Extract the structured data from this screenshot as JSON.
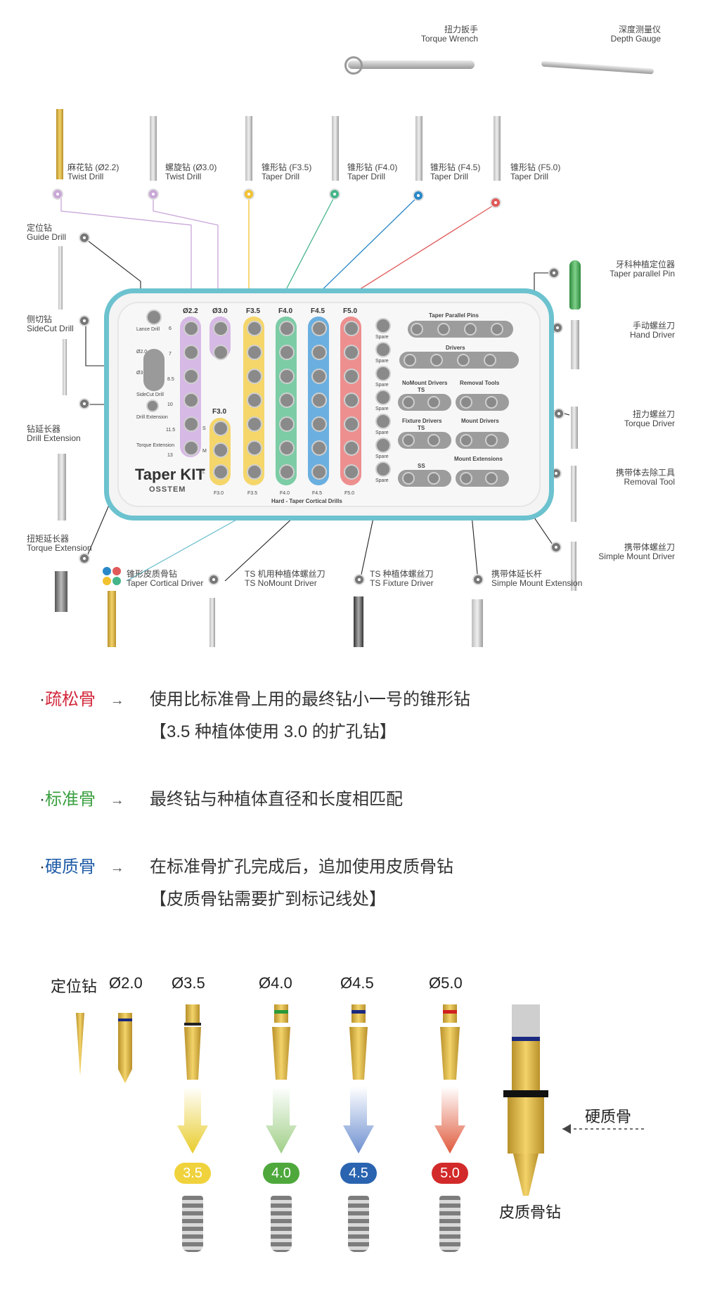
{
  "top_tools": {
    "torque_wrench": {
      "cn": "扭力扳手",
      "en": "Torque Wrench"
    },
    "depth_gauge": {
      "cn": "深度测量仪",
      "en": "Depth Gauge"
    }
  },
  "drills_top": [
    {
      "cn": "麻花钻 (Ø2.2)",
      "en": "Twist Drill",
      "color": "#c9a6d9"
    },
    {
      "cn": "螺旋钻 (Ø3.0)",
      "en": "Twist Drill",
      "color": "#c9a6d9"
    },
    {
      "cn": "锥形钻 (F3.5)",
      "en": "Taper Drill",
      "color": "#f2c230"
    },
    {
      "cn": "锥形钻 (F4.0)",
      "en": "Taper Drill",
      "color": "#46b58a"
    },
    {
      "cn": "锥形钻 (F4.5)",
      "en": "Taper Drill",
      "color": "#2a88c8"
    },
    {
      "cn": "锥形钻 (F5.0)",
      "en": "Taper Drill",
      "color": "#e05a5a"
    }
  ],
  "left_items": [
    {
      "cn": "定位钻",
      "en": "Guide Drill"
    },
    {
      "cn": "侧切钻",
      "en": "SideCut Drill"
    },
    {
      "cn": "钻延长器",
      "en": "Drill Extension"
    },
    {
      "cn": "扭矩延长器",
      "en": "Torque Extension"
    }
  ],
  "right_items": [
    {
      "cn": "牙科种植定位器",
      "en": "Taper parallel Pin"
    },
    {
      "cn": "手动螺丝刀",
      "en": "Hand Driver"
    },
    {
      "cn": "扭力螺丝刀",
      "en": "Torque Driver"
    },
    {
      "cn": "携带体去除工具",
      "en": "Removal Tool"
    },
    {
      "cn": "携带体螺丝刀",
      "en": "Simple Mount Driver"
    }
  ],
  "bottom_items": [
    {
      "cn": "锥形皮质骨钻",
      "en": "Taper Cortical Driver"
    },
    {
      "cn": "TS 机用种植体螺丝刀",
      "en": "TS NoMount Driver"
    },
    {
      "cn": "TS 种植体螺丝刀",
      "en": "TS Fixture Driver"
    },
    {
      "cn": "携带体延长杆",
      "en": "Simple Mount Extension"
    }
  ],
  "tray": {
    "brand": "Taper KIT",
    "maker": "OSSTEM",
    "col_heads": [
      "Ø2.2",
      "Ø3.0",
      "F3.5",
      "F4.0",
      "F4.5",
      "F5.0"
    ],
    "left_labels": [
      "Lance Drill",
      "Ø2.0",
      "Ø3.0",
      "SideCut Drill",
      "Drill Extension",
      "Torque Extension"
    ],
    "length_labels": [
      "6",
      "7",
      "8.5",
      "10",
      "11.5",
      "13"
    ],
    "f30_head": "F3.0",
    "f30_labels": [
      "S",
      "M",
      "L"
    ],
    "bottom_row": [
      "F3.0",
      "F3.5",
      "F4.0",
      "F4.5",
      "F5.0"
    ],
    "cortical": "Hard - Taper Cortical Drills",
    "spare": "Spare",
    "sections": {
      "parallel_pins": "Taper Parallel Pins",
      "drivers": "Drivers",
      "nomount": "NoMount Drivers",
      "removal": "Removal Tools",
      "fixture": "Fixture Drivers",
      "mount": "Mount Drivers",
      "mount_ext": "Mount Extensions",
      "ts": "TS",
      "ss": "SS"
    }
  },
  "notes": [
    {
      "bone": "疏松骨",
      "color": "#d2283c",
      "arrow": "→",
      "line1": "使用比标准骨上用的最终钻小一号的锥形钻",
      "line2": "【3.5 种植体使用 3.0 的扩孔钻】"
    },
    {
      "bone": "标准骨",
      "color": "#3aa040",
      "arrow": "→",
      "line1": "最终钻与种植体直径和长度相匹配",
      "line2": ""
    },
    {
      "bone": "硬质骨",
      "color": "#1f5ca8",
      "arrow": "→",
      "line1": "在标准骨扩孔完成后，追加使用皮质骨钻",
      "line2": "【皮质骨钻需要扩到标记线处】"
    }
  ],
  "sequence": {
    "headers": [
      "定位钻",
      "Ø2.0",
      "Ø3.5",
      "Ø4.0",
      "Ø4.5",
      "Ø5.0"
    ],
    "badges": [
      {
        "label": "3.5",
        "color": "#f0d23c"
      },
      {
        "label": "4.0",
        "color": "#4ea83c"
      },
      {
        "label": "4.5",
        "color": "#2a64b0"
      },
      {
        "label": "5.0",
        "color": "#d22a2a"
      }
    ],
    "hard_bone": "硬质骨",
    "cortical_drill": "皮质骨钻"
  }
}
